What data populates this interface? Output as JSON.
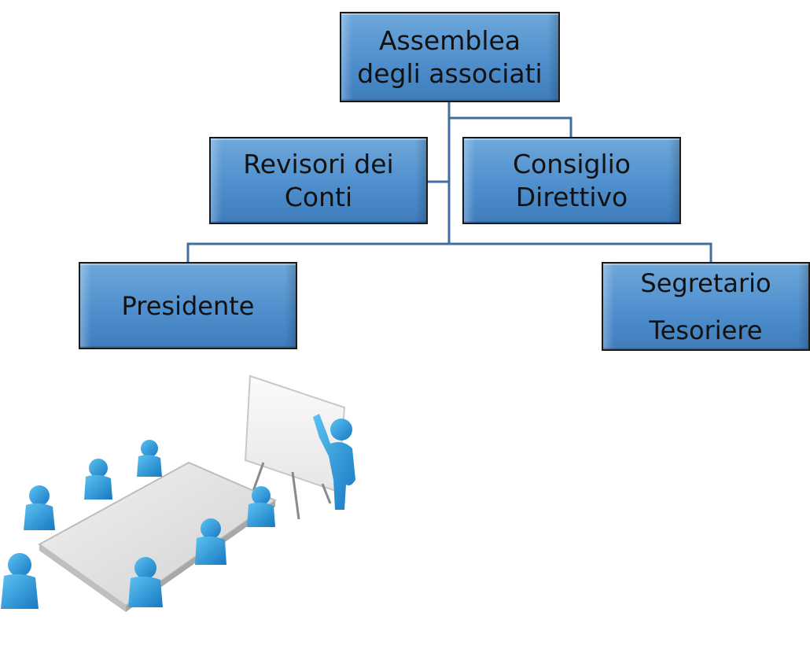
{
  "diagram": {
    "colors": {
      "box_fill": "#5b9bd5",
      "box_border": "#1a1a1a",
      "connector": "#3f6fa0",
      "figure": "#1f8fd6"
    },
    "nodes": {
      "assemblea": {
        "lines": [
          "Assemblea",
          "degli associati"
        ]
      },
      "revisori": {
        "lines": [
          "Revisori dei",
          "Conti"
        ]
      },
      "consiglio": {
        "lines": [
          "Consiglio",
          "Direttivo"
        ]
      },
      "presidente": {
        "lines": [
          "Presidente"
        ]
      },
      "segretario": {
        "lines": [
          "Segretario",
          "Tesoriere"
        ]
      }
    },
    "edges": [
      {
        "from": "assemblea",
        "to": "revisori"
      },
      {
        "from": "assemblea",
        "to": "consiglio"
      },
      {
        "from": "assemblea",
        "to": "presidente"
      },
      {
        "from": "assemblea",
        "to": "segretario"
      }
    ],
    "illustration": "meeting-table-icon"
  }
}
